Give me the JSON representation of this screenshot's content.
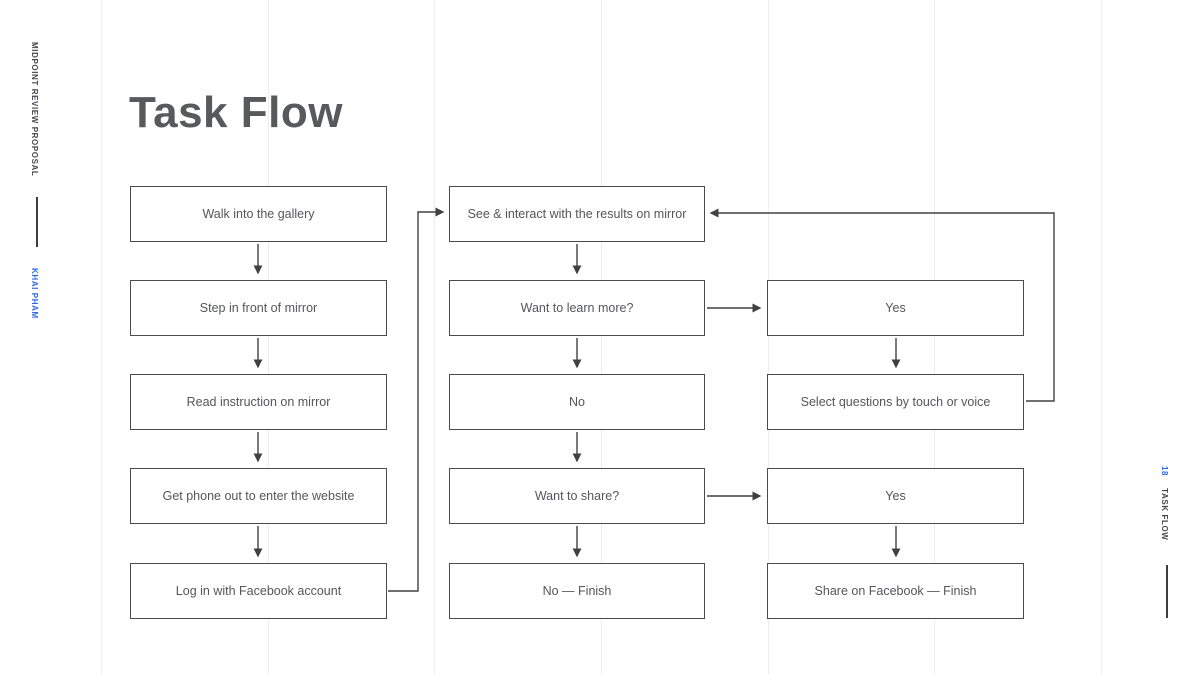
{
  "slide": {
    "title": "Task Flow",
    "sidebar_left": {
      "project_label": "MIDPOINT REVIEW PROPOSAL",
      "author_label": "KHAI PHAM"
    },
    "sidebar_right": {
      "page_number": "18",
      "section_label": "TASK FLOW"
    }
  },
  "colors": {
    "accent_blue": "#2f6be0",
    "box_border": "#4b4b4e",
    "box_text": "#55565a",
    "connector": "#414144",
    "grid_line": "#ededf1",
    "title_gray": "#58595b"
  },
  "flow": {
    "boxes": [
      {
        "id": "walk",
        "label": "Walk into the gallery"
      },
      {
        "id": "step",
        "label": "Step in front of mirror"
      },
      {
        "id": "read",
        "label": "Read instruction on mirror"
      },
      {
        "id": "phone",
        "label": "Get phone out to enter the website"
      },
      {
        "id": "login",
        "label": "Log in with Facebook account"
      },
      {
        "id": "see",
        "label": "See & interact with the results on mirror"
      },
      {
        "id": "learn",
        "label": "Want to learn more?"
      },
      {
        "id": "no",
        "label": "No"
      },
      {
        "id": "share",
        "label": "Want to share?"
      },
      {
        "id": "no-finish",
        "label": "No — Finish"
      },
      {
        "id": "yes-learn",
        "label": "Yes"
      },
      {
        "id": "select",
        "label": "Select questions by touch or voice"
      },
      {
        "id": "yes-share",
        "label": "Yes"
      },
      {
        "id": "share-finish",
        "label": "Share on Facebook — Finish"
      }
    ],
    "edges": [
      {
        "from": "walk",
        "to": "step"
      },
      {
        "from": "step",
        "to": "read"
      },
      {
        "from": "read",
        "to": "phone"
      },
      {
        "from": "phone",
        "to": "login"
      },
      {
        "from": "login",
        "to": "see"
      },
      {
        "from": "see",
        "to": "learn"
      },
      {
        "from": "learn",
        "to": "no"
      },
      {
        "from": "learn",
        "to": "yes-learn"
      },
      {
        "from": "no",
        "to": "share"
      },
      {
        "from": "yes-learn",
        "to": "select"
      },
      {
        "from": "select",
        "to": "see"
      },
      {
        "from": "share",
        "to": "no-finish"
      },
      {
        "from": "share",
        "to": "yes-share"
      },
      {
        "from": "yes-share",
        "to": "share-finish"
      }
    ]
  }
}
